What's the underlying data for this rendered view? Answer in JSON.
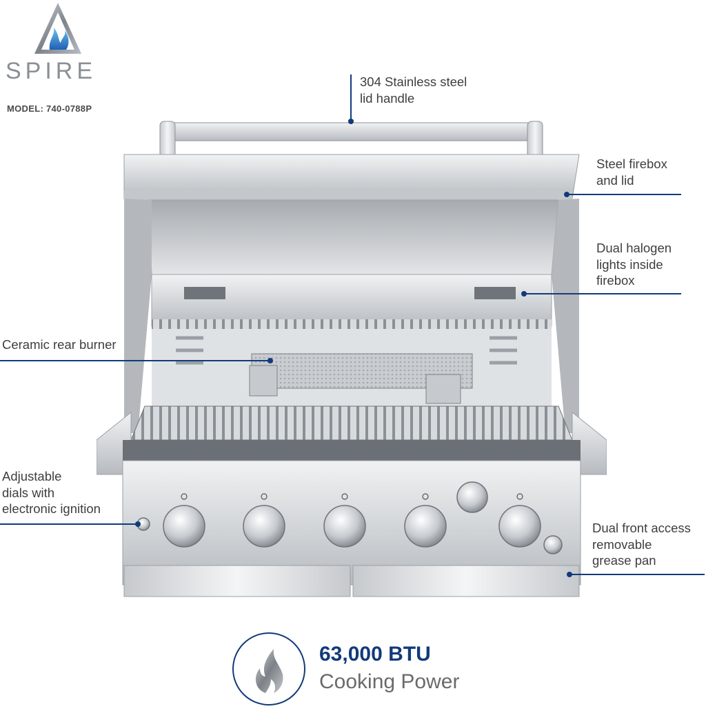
{
  "brand": {
    "name": "SPIRE",
    "logo_icon": "flame-triangle-logo",
    "model": "MODEL: 740-0788P"
  },
  "callouts": [
    {
      "id": "handle",
      "lines": [
        "304 Stainless steel",
        "lid handle"
      ]
    },
    {
      "id": "firebox",
      "lines": [
        "Steel firebox",
        "and lid"
      ]
    },
    {
      "id": "halogen",
      "lines": [
        "Dual halogen",
        "lights inside",
        "firebox"
      ]
    },
    {
      "id": "burner",
      "lines": [
        "Ceramic rear burner"
      ]
    },
    {
      "id": "dials",
      "lines": [
        "Adjustable",
        "dials with",
        "electronic ignition"
      ]
    },
    {
      "id": "grease",
      "lines": [
        "Dual front access",
        "removable",
        "grease pan"
      ]
    }
  ],
  "power": {
    "icon": "flame-icon",
    "value": "63,000 BTU",
    "label": "Cooking Power"
  },
  "colors": {
    "accent": "#123a7a",
    "text": "#3e3e3e",
    "steel_light": "#e4e6e8",
    "steel_dark": "#8e9398"
  }
}
